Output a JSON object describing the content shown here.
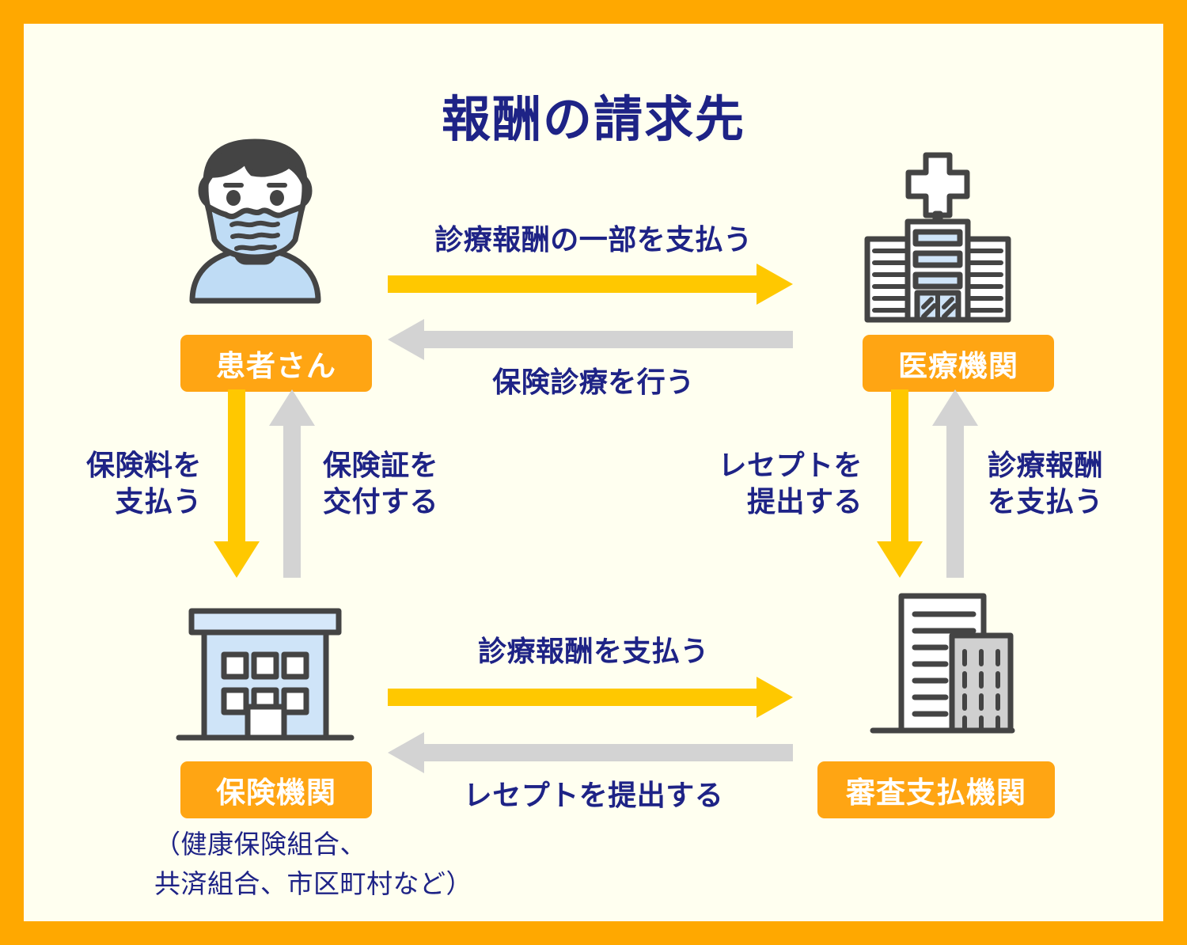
{
  "page": {
    "title": "報酬の請求先",
    "border_color": "#FFA800",
    "background_color": "#FFFFF0",
    "text_color": "#1E2386",
    "chip_color": "#FFA513",
    "arrow_yellow": "#FFC800",
    "arrow_gray": "#D3D3D3"
  },
  "nodes": {
    "patient": {
      "label": "患者さん",
      "icon": "masked-person-icon"
    },
    "medical_institution": {
      "label": "医療機関",
      "icon": "hospital-building-icon"
    },
    "insurer": {
      "label": "保険機関",
      "icon": "office-building-icon",
      "note": "（健康保険組合、\n共済組合、市区町村など）"
    },
    "review_payment_agency": {
      "label": "審査支払機関",
      "icon": "document-building-icon"
    }
  },
  "flows": {
    "top_forward": {
      "label": "診療報酬の一部を支払う",
      "color": "#FFC800",
      "direction": "right"
    },
    "top_back": {
      "label": "保険診療を行う",
      "color": "#D3D3D3",
      "direction": "left"
    },
    "left_down": {
      "label": "保険料を\n支払う",
      "color": "#FFC800",
      "direction": "down"
    },
    "left_up": {
      "label": "保険証を\n交付する",
      "color": "#D3D3D3",
      "direction": "up"
    },
    "right_down": {
      "label": "レセプトを\n提出する",
      "color": "#FFC800",
      "direction": "down"
    },
    "right_up": {
      "label": "診療報酬\nを支払う",
      "color": "#D3D3D3",
      "direction": "up"
    },
    "bottom_forward": {
      "label": "診療報酬を支払う",
      "color": "#FFC800",
      "direction": "right"
    },
    "bottom_back": {
      "label": "レセプトを提出する",
      "color": "#D3D3D3",
      "direction": "left"
    }
  }
}
